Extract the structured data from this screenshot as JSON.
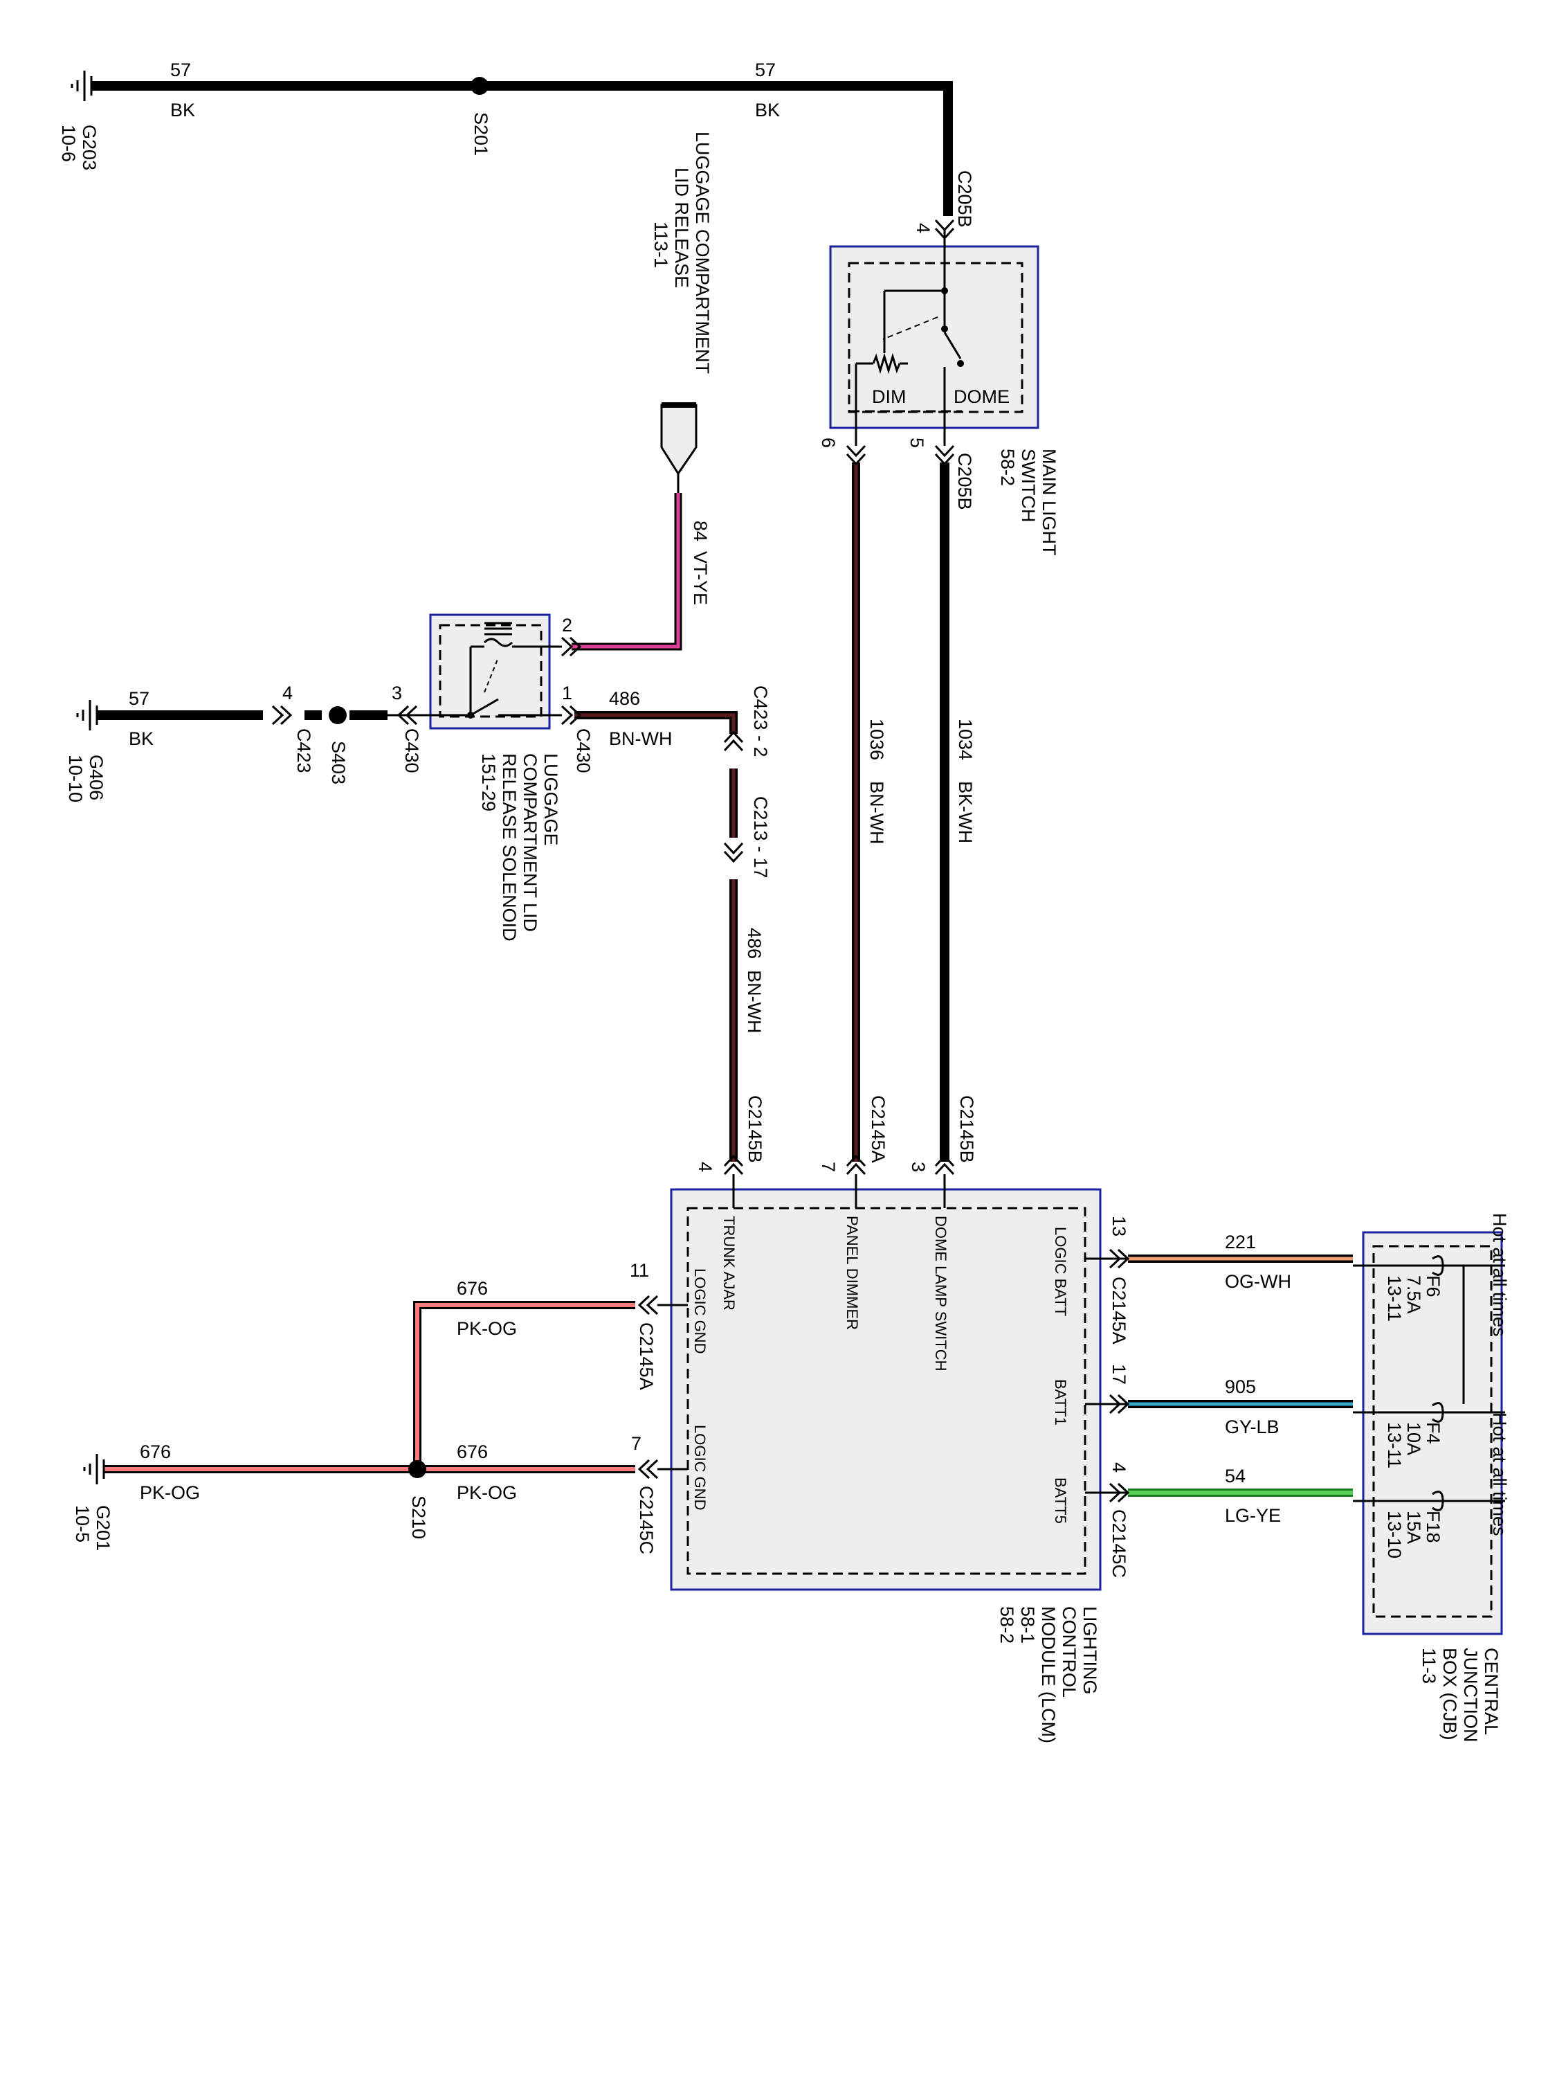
{
  "colors": {
    "black_wire": "#000000",
    "brown_white": "#5a1e1e",
    "violet_yellow": "#e0409a",
    "pink_orange": "#f47c7c",
    "orange_white": "#f0a070",
    "gray_lightblue": "#35a8cc",
    "lightgreen_yellow": "#5ad25a",
    "component_outline": "#1a22a0",
    "component_fill": "#eeeeee"
  },
  "grounds": {
    "g203": {
      "name": "G203",
      "page": "10-6"
    },
    "g406": {
      "name": "G406",
      "page": "10-10"
    },
    "g201": {
      "name": "G201",
      "page": "10-5"
    }
  },
  "splices": {
    "s201": "S201",
    "s403": "S403",
    "s210": "S210"
  },
  "wires": {
    "top_left": {
      "circuit": "57",
      "color": "BK"
    },
    "top_right": {
      "circuit": "57",
      "color": "BK"
    },
    "g406_wire": {
      "circuit": "57",
      "color": "BK"
    },
    "w84": {
      "circuit": "84",
      "color": "VT-YE"
    },
    "w486_top": {
      "circuit": "486",
      "color": "BN-WH"
    },
    "w486_vert": {
      "circuit": "486",
      "color": "BN-WH"
    },
    "w1036": {
      "circuit": "1036",
      "color": "BN-WH"
    },
    "w1034": {
      "circuit": "1034",
      "color": "BK-WH"
    },
    "w676_upper": {
      "circuit": "676",
      "color": "PK-OG"
    },
    "w676_left": {
      "circuit": "676",
      "color": "PK-OG"
    },
    "w676_right": {
      "circuit": "676",
      "color": "PK-OG"
    },
    "w221": {
      "circuit": "221",
      "color": "OG-WH"
    },
    "w905": {
      "circuit": "905",
      "color": "GY-LB"
    },
    "w54": {
      "circuit": "54",
      "color": "LG-YE"
    }
  },
  "connectors": {
    "c205b_top": {
      "name": "C205B",
      "pin": "4"
    },
    "c205b_bottom": {
      "name": "C205B",
      "pin5": "5",
      "pin6": "6"
    },
    "c423": {
      "name": "C423",
      "pin": "4"
    },
    "c430_left": {
      "name": "C430",
      "pin": "3"
    },
    "c430_right": {
      "name": "C430",
      "pin": "1"
    },
    "c430_top": {
      "pin": "2"
    },
    "c423_2": "C423 - 2",
    "c213_17": "C213 - 17",
    "c2145b_trunk": {
      "name": "C2145B",
      "pin": "4"
    },
    "c2145a_dimmer": {
      "name": "C2145A",
      "pin": "7"
    },
    "c2145b_dome": {
      "name": "C2145B",
      "pin": "3"
    },
    "c2145a_gnd": {
      "name": "C2145A",
      "pin": "11"
    },
    "c2145c_gnd": {
      "name": "C2145C",
      "pin": "7"
    },
    "c2145a_batt": {
      "name": "C2145A",
      "pin13": "13",
      "pin17": "17"
    },
    "c2145c_batt5": {
      "name": "C2145C",
      "pin": "4"
    }
  },
  "components": {
    "luggage_release": [
      "LUGGAGE COMPARTMENT",
      "LID RELEASE",
      "113-1"
    ],
    "main_light_switch": [
      "MAIN LIGHT",
      "SWITCH",
      "58-2"
    ],
    "main_light_switch_positions": {
      "dim": "DIM",
      "dome": "DOME"
    },
    "solenoid": [
      "LUGGAGE",
      "COMPARTMENT LID",
      "RELEASE SOLENOID",
      "151-29"
    ],
    "lcm": [
      "LIGHTING",
      "CONTROL",
      "MODULE (LCM)",
      "58-1",
      "58-2"
    ],
    "lcm_pins": {
      "trunk_ajar": "TRUNK AJAR",
      "panel_dimmer": "PANEL DIMMER",
      "dome_lamp_switch": "DOME LAMP SWITCH",
      "logic_batt": "LOGIC BATT",
      "batt1": "BATT1",
      "batt5": "BATT5",
      "logic_gnd_1": "LOGIC GND",
      "logic_gnd_2": "LOGIC GND"
    },
    "cjb": [
      "CENTRAL",
      "JUNCTION",
      "BOX (CJB)",
      "11-3"
    ],
    "fuses": {
      "f6": [
        "F6",
        "7.5A",
        "13-11"
      ],
      "f4": [
        "F4",
        "10A",
        "13-11"
      ],
      "f18": [
        "F18",
        "15A",
        "13-10"
      ]
    },
    "hot_1": "Hot at all times",
    "hot_2": "Hot at all times"
  }
}
